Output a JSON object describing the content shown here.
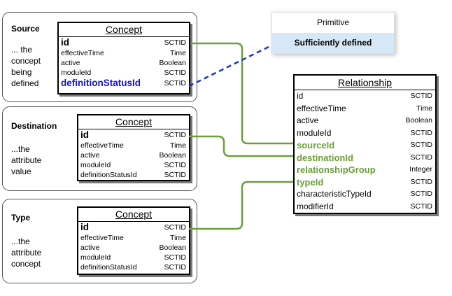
{
  "source_panel": {
    "title": "Source",
    "desc": [
      "... the",
      "concept",
      "being",
      "defined"
    ],
    "concept": {
      "header": "Concept",
      "rows": [
        {
          "name": "id",
          "type": "SCTID"
        },
        {
          "name": "effectiveTime",
          "type": "Time"
        },
        {
          "name": "active",
          "type": "Boolean"
        },
        {
          "name": "moduleId",
          "type": "SCTID"
        },
        {
          "name": "definitionStatusId",
          "type": "SCTID"
        }
      ]
    }
  },
  "destination_panel": {
    "title": "Destination",
    "desc": [
      "...the",
      "attribute",
      "value"
    ],
    "concept": {
      "header": "Concept",
      "rows": [
        {
          "name": "id",
          "type": "SCTID"
        },
        {
          "name": "effectiveTime",
          "type": "Time"
        },
        {
          "name": "active",
          "type": "Boolean"
        },
        {
          "name": "moduleId",
          "type": "SCTID"
        },
        {
          "name": "definitionStatusId",
          "type": "SCTID"
        }
      ]
    }
  },
  "type_panel": {
    "title": "Type",
    "desc": [
      "...the",
      "attribute",
      "concept"
    ],
    "concept": {
      "header": "Concept",
      "rows": [
        {
          "name": "id",
          "type": "SCTID"
        },
        {
          "name": "effectiveTime",
          "type": "Time"
        },
        {
          "name": "active",
          "type": "Boolean"
        },
        {
          "name": "moduleId",
          "type": "SCTID"
        },
        {
          "name": "definitionStatusId",
          "type": "SCTID"
        }
      ]
    }
  },
  "primitive_box": {
    "title": "Primitive",
    "value": "Sufficiently defined"
  },
  "relationship": {
    "header": "Relationship",
    "rows": [
      {
        "name": "id",
        "type": "SCTID"
      },
      {
        "name": "effectiveTime",
        "type": "Time"
      },
      {
        "name": "active",
        "type": "Boolean"
      },
      {
        "name": "moduleId",
        "type": "SCTID"
      },
      {
        "name": "sourceId",
        "type": "SCTID"
      },
      {
        "name": "destinationId",
        "type": "SCTID"
      },
      {
        "name": "relationshipGroup",
        "type": "Integer"
      },
      {
        "name": "typeId",
        "type": "SCTID"
      },
      {
        "name": "characteristicTypeId",
        "type": "SCTID"
      },
      {
        "name": "modifierId",
        "type": "SCTID"
      }
    ]
  },
  "colors": {
    "link_green": "#6aa03b",
    "link_blue": "#1f2fe0",
    "highlight_blue": "#1010d8",
    "primitive_value_bg": "#d6e8f7"
  }
}
